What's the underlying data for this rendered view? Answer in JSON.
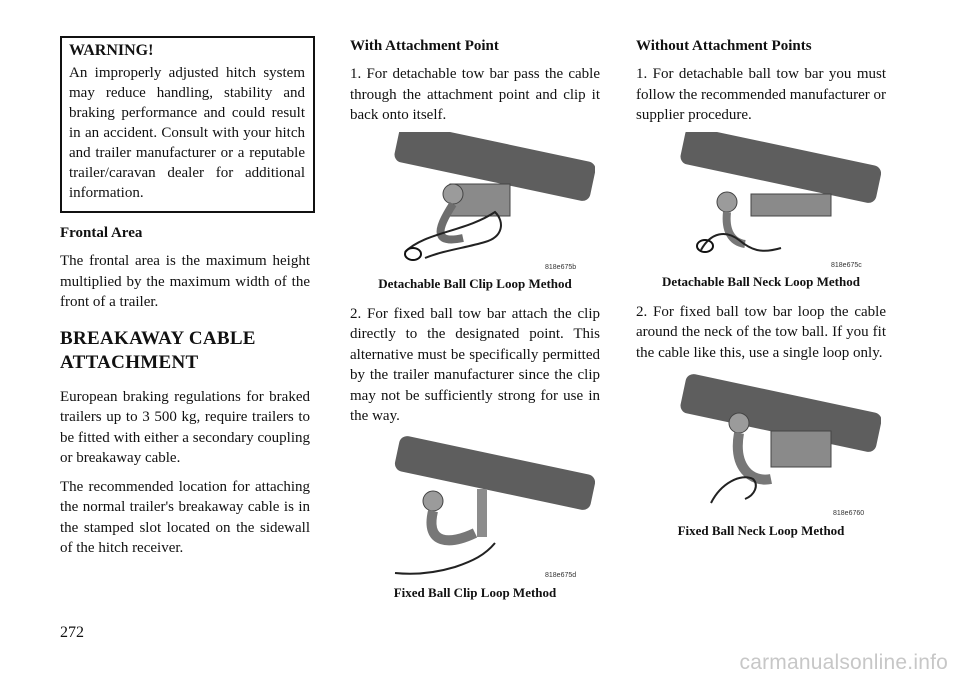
{
  "warning": {
    "title": "WARNING!",
    "body": "An improperly adjusted hitch system may reduce handling, stability and braking performance and could result in an accident. Consult with your hitch and trailer manufacturer or a reputable trailer/caravan dealer for additional information."
  },
  "frontal_area": {
    "heading": "Frontal Area",
    "body": "The frontal area is the maximum height multiplied by the maximum width of the front of a trailer."
  },
  "breakaway": {
    "heading": "BREAKAWAY CABLE ATTACHMENT",
    "para1": "European braking regulations for braked trailers up to 3 500 kg, require trailers to be fitted with either a secondary coupling or breakaway cable.",
    "para2": "The recommended location for attaching the normal trailer's breakaway cable is in the stamped slot located on the sidewall of the hitch receiver."
  },
  "with_attachment": {
    "heading": "With Attachment Point",
    "step1": "1. For detachable tow bar pass the cable through the attachment point and clip it back onto itself.",
    "fig1_code": "818e675b",
    "fig1_caption": "Detachable Ball Clip Loop Method",
    "step2": "2. For fixed ball tow bar attach the clip directly to the designated point. This alternative must be specifically permitted by the trailer manufacturer since the clip may not be sufficiently strong for use in the way.",
    "fig2_code": "818e675d",
    "fig2_caption": "Fixed Ball Clip Loop Method"
  },
  "without_attachment": {
    "heading": "Without Attachment Points",
    "step1": "1. For detachable ball tow bar you must follow the recommended manufacturer or supplier procedure.",
    "fig1_code": "818e675c",
    "fig1_caption": "Detachable Ball Neck Loop Method",
    "step2": "2. For fixed ball tow bar loop the cable around the neck of the tow ball. If you fit the cable like this, use a single loop only.",
    "fig2_code": "818e6760",
    "fig2_caption": "Fixed Ball Neck Loop Method"
  },
  "page_number": "272",
  "watermark": "carmanualsonline.info"
}
